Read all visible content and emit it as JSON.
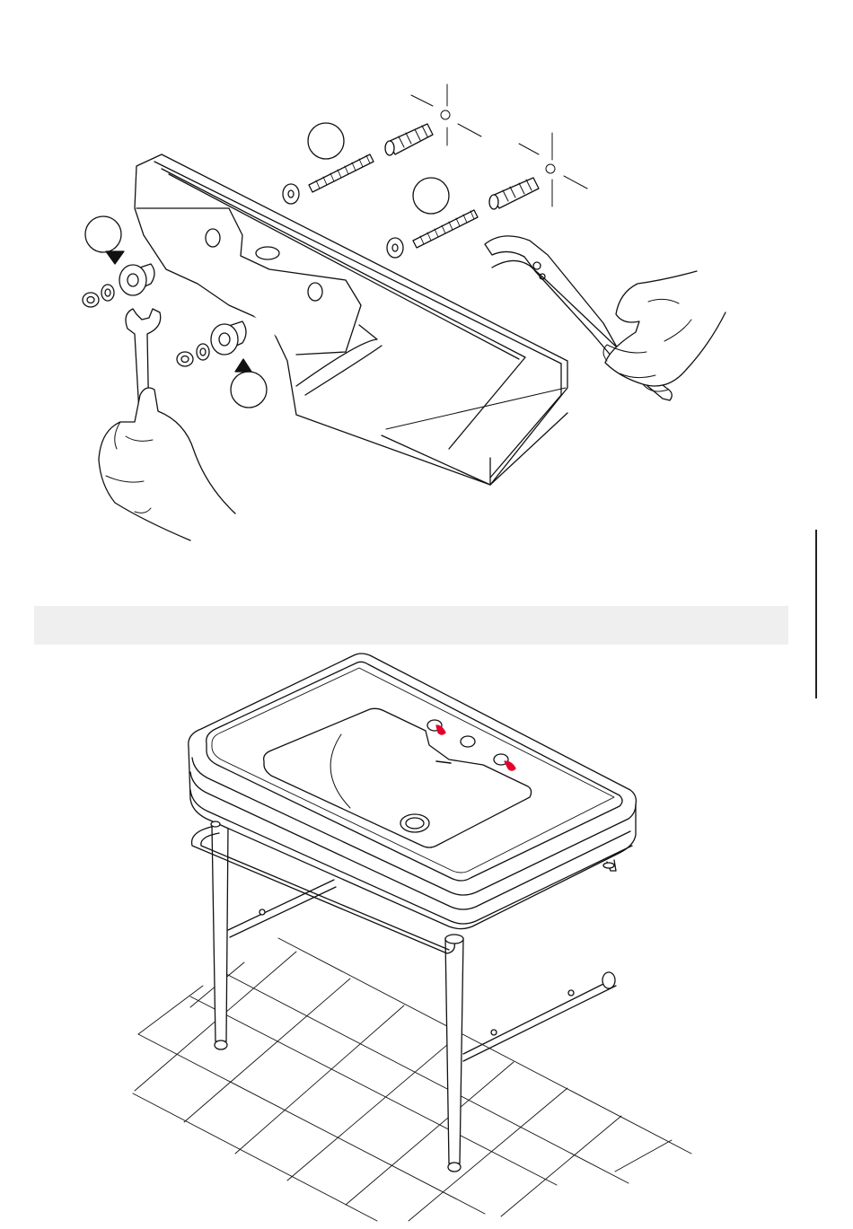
{
  "section_bar": {
    "label": ""
  },
  "callouts": [
    {
      "id": "a",
      "label": ""
    },
    {
      "id": "b",
      "label": ""
    },
    {
      "id": "c",
      "label": ""
    },
    {
      "id": "d",
      "label": ""
    }
  ],
  "icons": {
    "wrench": "wrench-icon",
    "pliers": "pliers-icon",
    "hand": "hand-icon"
  },
  "colors": {
    "line": "#111111",
    "highlight": "#e4002b",
    "section_bar": "#efefef"
  }
}
